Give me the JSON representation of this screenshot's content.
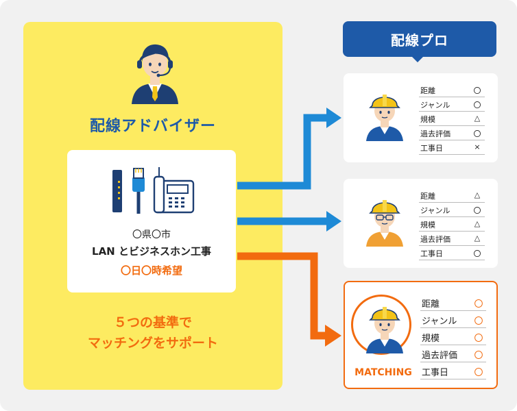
{
  "advisor": {
    "title": "配線アドバイザー",
    "request": {
      "place": "〇県〇市",
      "work": "LAN とビジネスホン工事",
      "date": "〇日〇時希望"
    },
    "note_line1": "５つの基準で",
    "note_line2": "マッチングをサポート"
  },
  "pros": {
    "title": "配線プロ",
    "cards": [
      {
        "criteria": [
          {
            "label": "距離",
            "mark": "〇"
          },
          {
            "label": "ジャンル",
            "mark": "〇"
          },
          {
            "label": "規模",
            "mark": "△"
          },
          {
            "label": "過去評価",
            "mark": "〇"
          },
          {
            "label": "工事日",
            "mark": "×"
          }
        ]
      },
      {
        "criteria": [
          {
            "label": "距離",
            "mark": "△"
          },
          {
            "label": "ジャンル",
            "mark": "〇"
          },
          {
            "label": "規模",
            "mark": "△"
          },
          {
            "label": "過去評価",
            "mark": "△"
          },
          {
            "label": "工事日",
            "mark": "〇"
          }
        ]
      },
      {
        "matching_label": "MATCHING",
        "criteria": [
          {
            "label": "距離",
            "mark": "〇"
          },
          {
            "label": "ジャンル",
            "mark": "〇"
          },
          {
            "label": "規模",
            "mark": "〇"
          },
          {
            "label": "過去評価",
            "mark": "〇"
          },
          {
            "label": "工事日",
            "mark": "〇"
          }
        ]
      }
    ]
  },
  "colors": {
    "panel_yellow": "#fdeb61",
    "brand_blue": "#1e5aa8",
    "arrow_blue": "#1e8ad6",
    "accent_orange": "#f26b0f"
  },
  "icons": [
    "advisor-headset-icon",
    "router-icon",
    "lan-cable-icon",
    "business-phone-icon",
    "worker-helmet-icon"
  ]
}
